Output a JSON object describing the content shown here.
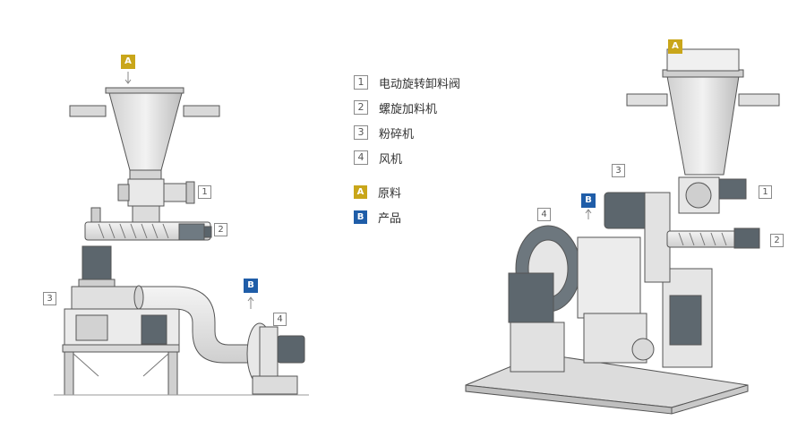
{
  "legend": {
    "items": [
      {
        "number": "1",
        "label": "电动旋转卸料阀"
      },
      {
        "number": "2",
        "label": "螺旋加料机"
      },
      {
        "number": "3",
        "label": "粉碎机"
      },
      {
        "number": "4",
        "label": "风机"
      }
    ],
    "markers": [
      {
        "letter": "A",
        "label": "原料"
      },
      {
        "letter": "B",
        "label": "产品"
      }
    ]
  },
  "colors": {
    "marker_a": "#c9a61a",
    "marker_b": "#1f5da8",
    "machine_fill": "#e4e4e4",
    "machine_stroke": "#555555"
  }
}
